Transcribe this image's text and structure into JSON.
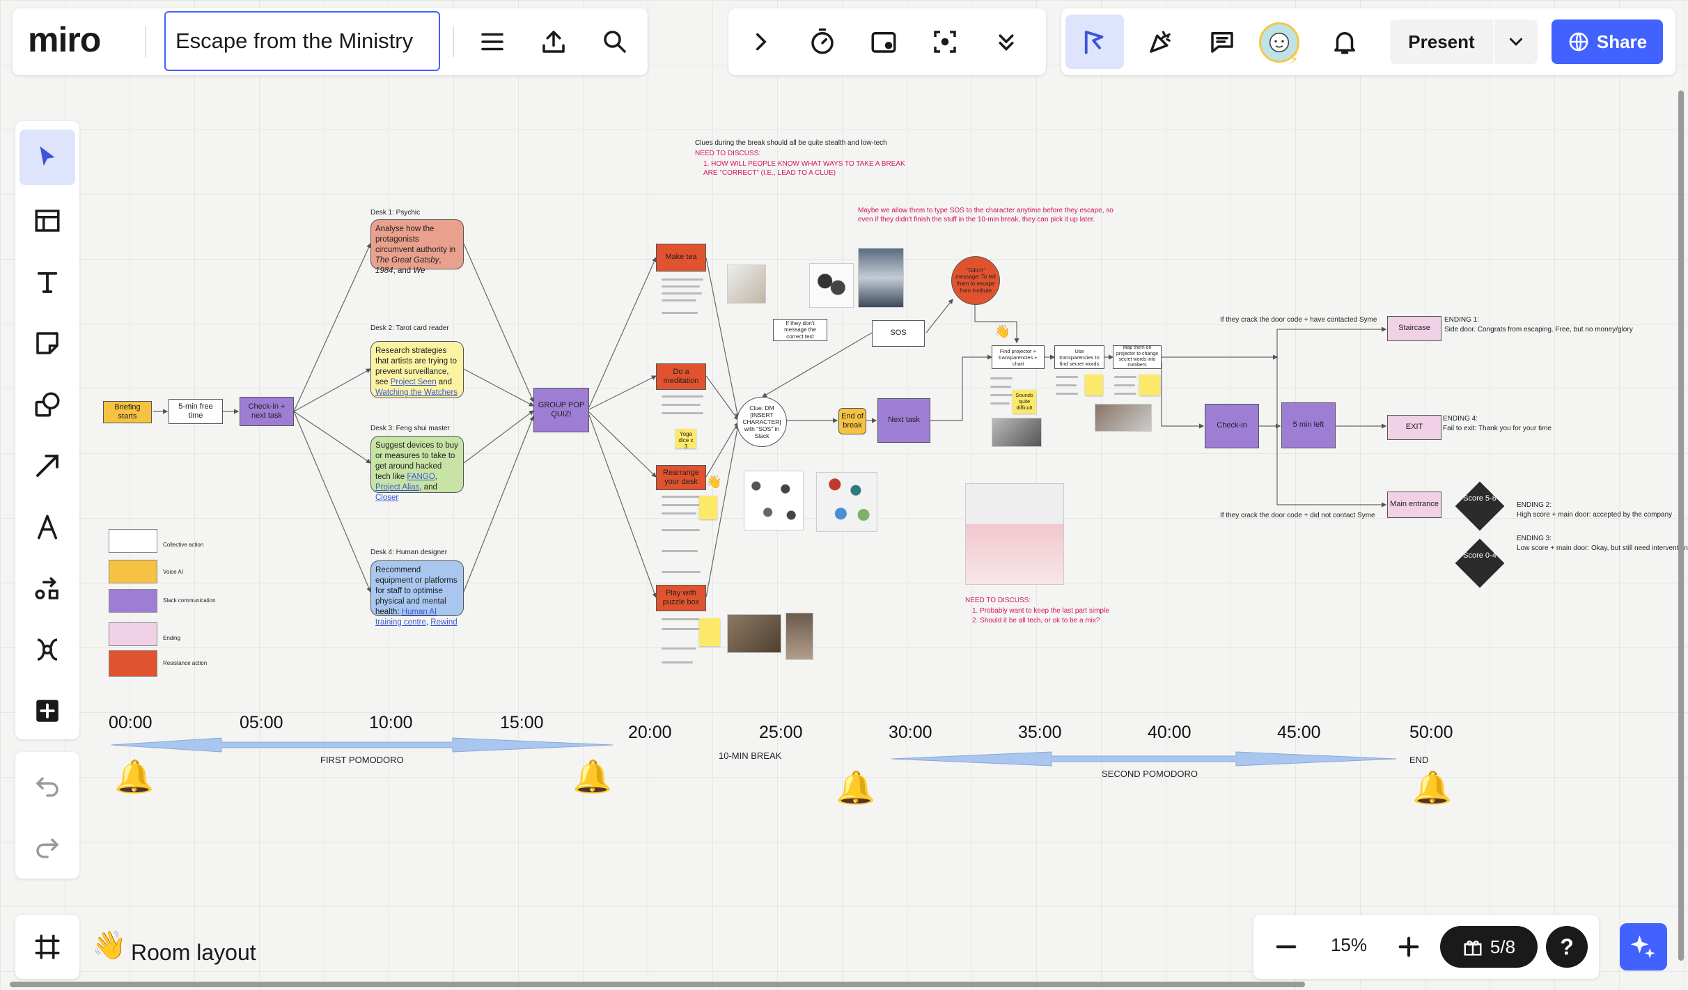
{
  "app": {
    "logo": "miro",
    "board_title": "Escape from the Ministry"
  },
  "toolbar": {
    "present_label": "Present",
    "share_label": "Share"
  },
  "bottom": {
    "frame_label": "Room layout",
    "zoom": "15%",
    "gift_count": "5/8",
    "help": "?"
  },
  "board": {
    "clue_note": "Clues during the break should all be quite stealth and low-tech",
    "need_discuss": "NEED TO DISCUSS:",
    "need_discuss_item": "1.   HOW WILL PEOPLE KNOW WHAT WAYS TO TAKE A BREAK ARE \"CORRECT\" (I.E., LEAD TO A CLUE)",
    "sos_note": "Maybe we allow them to type SOS to the character anytime before they escape, so even if they didn't finish the stuff in the 10-min break, they can pick it up later.",
    "need_discuss2": "NEED TO DISCUSS:",
    "need_discuss2_items": [
      "1. Probably want to keep the last part simple",
      "2. Should it be all tech, or ok to be a mix?"
    ],
    "briefing": "Briefing starts",
    "free_time": "5-min free time",
    "checkin": "Check-in + next task",
    "group_quiz": "GROUP POP QUIZ!",
    "desk1_title": "Desk 1: Psychic",
    "desk1_a": "Analyse how the protagonists circumvent authority in ",
    "desk1_b": "The Great Gatsby",
    "desk1_c": ", ",
    "desk1_d": "1984",
    "desk1_e": ", and ",
    "desk1_f": "We",
    "desk2_title": "Desk 2: Tarot card reader",
    "desk2_a": "Research strategies that artists are trying to prevent surveillance, see ",
    "desk2_l1": "Project Seen",
    "desk2_b": " and ",
    "desk2_l2": "Watching the Watchers",
    "desk3_title": "Desk 3: Feng shui master",
    "desk3_a": "Suggest devices to buy or measures to take to get around hacked tech like ",
    "desk3_l1": "FANGO",
    "desk3_b": ", ",
    "desk3_l2": "Project Alias",
    "desk3_c": ", and ",
    "desk3_l3": "Closer",
    "desk4_title": "Desk 4: Human designer",
    "desk4_a": "Recommend equipment or platforms for staff to optimise physical and mental health: ",
    "desk4_l1": "Human AI training centre",
    "desk4_b": ", ",
    "desk4_l2": "Rewind",
    "make_tea": "Make tea",
    "meditation": "Do a meditation",
    "rearrange": "Rearrange your desk",
    "puzzle": "Play with puzzle box",
    "yoga": "Yoga dice x 3",
    "clue_dm": "Clue: DM [INSERT CHARACTER] with \"SOS\" in Slack",
    "end_break": "End of break",
    "next_task": "Next task",
    "no_message": "If they don't message the correct text",
    "sos": "SOS",
    "glitch": "\"Glitch\" message: To tell them to escape from institute",
    "find_projector": "Find projector + transparencies + chart",
    "use_transparencies": "Use transparencies to find secret words",
    "map_projector": "Map them on projector to change secret words into numbers",
    "sounds_difficult": "Sounds quite difficult",
    "checkin2": "Check-in",
    "five_left": "5 min left",
    "staircase": "Staircase",
    "exit": "EXIT",
    "main_entrance": "Main entrance",
    "cond_syme": "If they crack the door code + have contacted Syme",
    "cond_no_syme": "If they crack the door code + did not contact Syme",
    "ending1_t": "ENDING 1:",
    "ending1": "Side door. Congrats from escaping. Free, but no money/glory",
    "ending4_t": "ENDING 4:",
    "ending4": "Fail to exit: Thank you for your time",
    "ending2_t": "ENDING 2:",
    "ending2": "High score + main door: accepted by the company",
    "ending3_t": "ENDING 3:",
    "ending3": "Low score + main door: Okay, but still need intervention",
    "score_hi": "Score 5-8",
    "score_lo": "Score 0-4",
    "legend": [
      "Collective action",
      "Voice AI",
      "Slack communication",
      "Ending",
      "Resistance action"
    ],
    "times": [
      "00:00",
      "05:00",
      "10:00",
      "15:00",
      "20:00",
      "25:00",
      "30:00",
      "35:00",
      "40:00",
      "45:00",
      "50:00"
    ],
    "first_pomodoro": "FIRST POMODORO",
    "break_label": "10-MIN BREAK",
    "second_pomodoro": "SECOND POMODORO",
    "end_label": "END"
  },
  "colors": {
    "accent": "#4262ff",
    "orange_red": "#e0532e",
    "purple": "#9d7ed4",
    "yellow": "#f5c242",
    "pink": "#f1d1e6",
    "desk1": "#e9a08d",
    "desk2": "#fbf3a3",
    "desk3": "#c8e3a6",
    "desk4": "#a9c7ee"
  }
}
